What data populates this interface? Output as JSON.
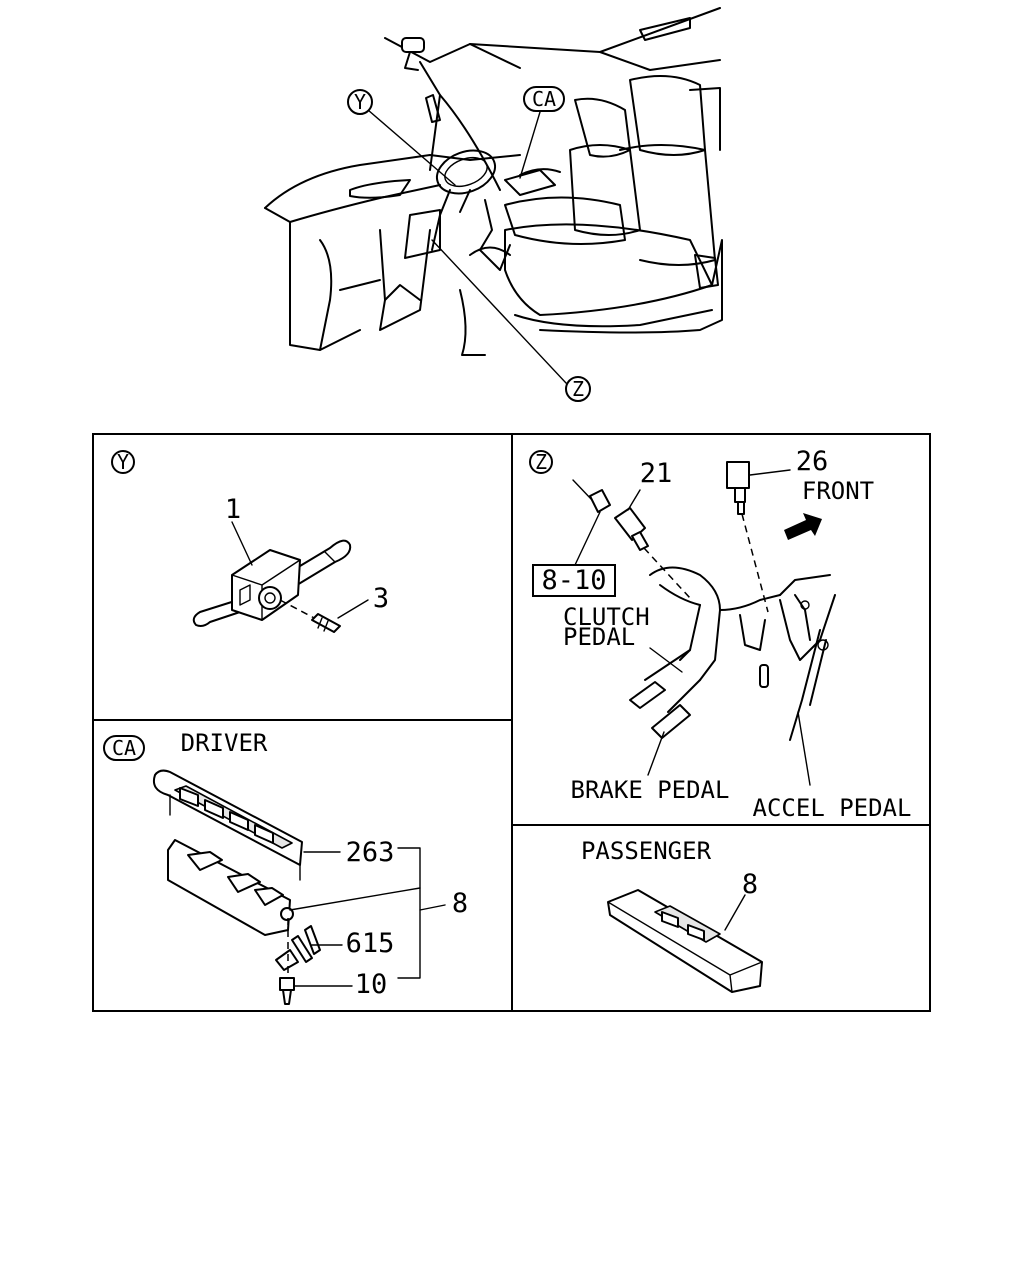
{
  "overview": {
    "callouts": {
      "y": "Y",
      "ca": "CA",
      "z": "Z"
    }
  },
  "panel_y": {
    "id": "Y",
    "parts": {
      "combination_switch": "1",
      "screw": "3"
    }
  },
  "panel_z": {
    "id": "Z",
    "parts": {
      "switch_21": "21",
      "switch_26": "26",
      "ref_box": "8-10"
    },
    "labels": {
      "front": "FRONT",
      "clutch_line1": "CLUTCH",
      "clutch_line2": "PEDAL",
      "brake": "BRAKE PEDAL",
      "accel": "ACCEL PEDAL"
    }
  },
  "panel_ca": {
    "id": "CA",
    "title": "DRIVER",
    "parts": {
      "bezel": "263",
      "assembly": "8",
      "connector": "615",
      "screw": "10"
    }
  },
  "panel_passenger": {
    "title": "PASSENGER",
    "parts": {
      "switch": "8"
    }
  }
}
